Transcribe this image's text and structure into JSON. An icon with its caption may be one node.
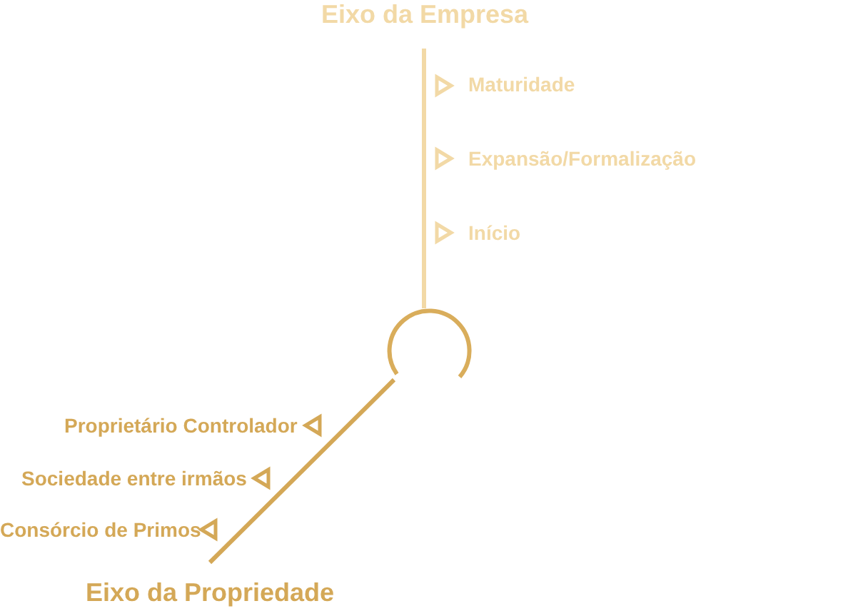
{
  "diagram": {
    "labels": [
      "Eixo da Empresa",
      "Maturidade",
      "Expansão/Formalização",
      "Início",
      "Proprietário Controlador",
      "Sociedade entre irmãos",
      "Consórcio de Primos",
      "Eixo da Propriedade"
    ]
  }
}
